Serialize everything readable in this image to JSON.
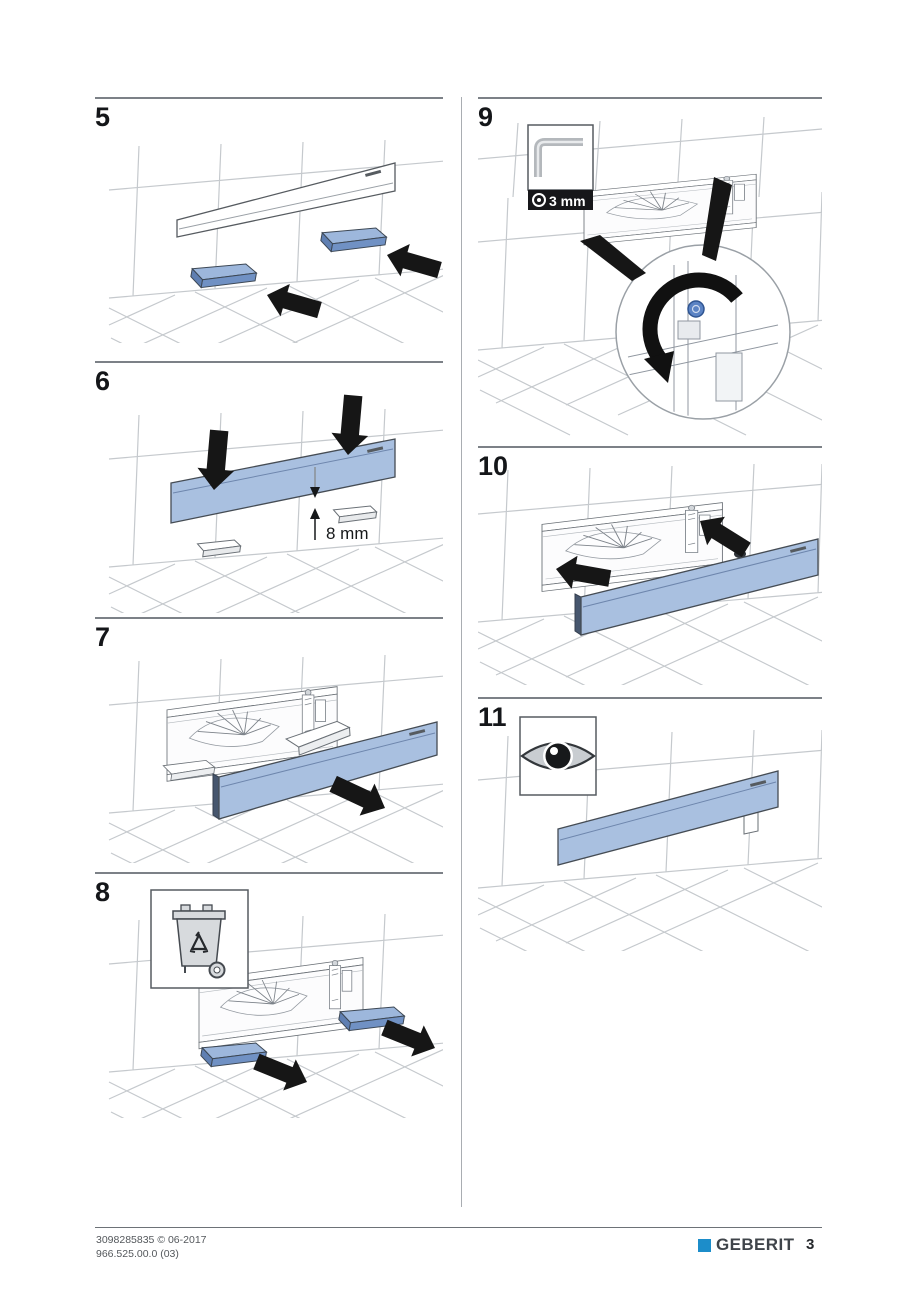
{
  "steps": {
    "s5": {
      "label": "5"
    },
    "s6": {
      "label": "6",
      "gap_label": "8 mm"
    },
    "s7": {
      "label": "7"
    },
    "s8": {
      "label": "8"
    },
    "s9": {
      "label": "9",
      "tool_label": "3 mm"
    },
    "s10": {
      "label": "10"
    },
    "s11": {
      "label": "11"
    }
  },
  "icons": {
    "s8": "recycle-bin",
    "s9": "allen-key-3mm",
    "s11": "eye-inspect"
  },
  "footer": {
    "doc_number": "3098285835 © 06-2017",
    "doc_code": "966.525.00.0 (03)",
    "brand": "GEBERIT",
    "page_number": "3"
  },
  "colors": {
    "panel_blue": "#a9c0e0",
    "wedge_blue": "#9db7dc",
    "brand_blue": "#1c8dca",
    "arrow_black": "#161616",
    "tile_line": "#c5c9cd"
  }
}
